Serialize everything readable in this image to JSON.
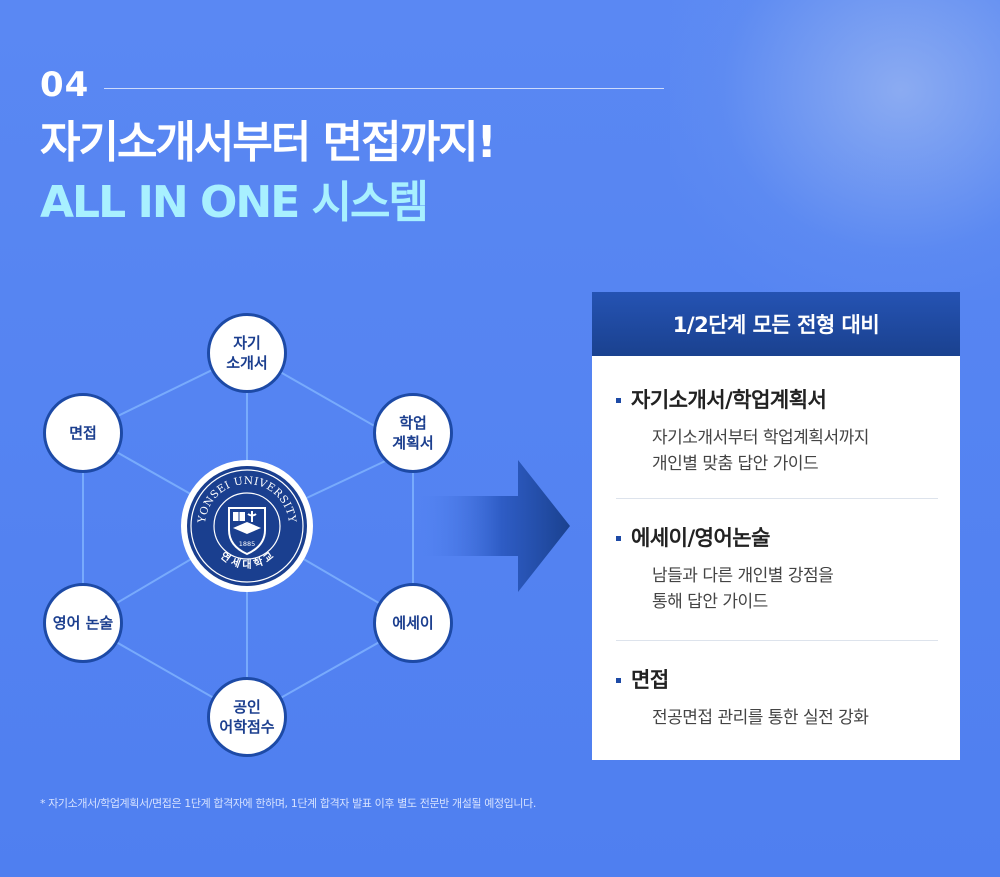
{
  "section_number": "04",
  "headline": {
    "line1": "자기소개서부터 면접까지!",
    "line2": "ALL IN ONE 시스템"
  },
  "diagram": {
    "nodes": [
      {
        "id": "self-intro",
        "label": "자기\n소개서"
      },
      {
        "id": "study-plan",
        "label": "학업\n계획서"
      },
      {
        "id": "essay",
        "label": "에세이"
      },
      {
        "id": "language-score",
        "label": "공인\n어학점수"
      },
      {
        "id": "english-essay",
        "label": "영어 논술"
      },
      {
        "id": "interview",
        "label": "면접"
      }
    ],
    "center_logo": {
      "name": "YONSEI UNIVERSITY",
      "year": "1885",
      "korean": "연 세 대 학 교"
    }
  },
  "card": {
    "header": "1/2단계 모든 전형 대비",
    "items": [
      {
        "title": "자기소개서/학업계획서",
        "desc": "자기소개서부터 학업계획서까지\n개인별 맞춤 답안 가이드"
      },
      {
        "title": "에세이/영어논술",
        "desc": "남들과 다른 개인별 강점을\n통해 답안 가이드"
      },
      {
        "title": "면접",
        "desc": "전공면접 관리를 통한 실전 강화"
      }
    ]
  },
  "footnote": "* 자기소개서/학업계획서/면접은 1단계 합격자에 한하며, 1단계 합격자 발표 이후 별도 전문반 개설될 예정입니다.",
  "colors": {
    "background": "#5a88f3",
    "accent_cyan": "#a8f0ff",
    "navy": "#1d4aa6"
  }
}
